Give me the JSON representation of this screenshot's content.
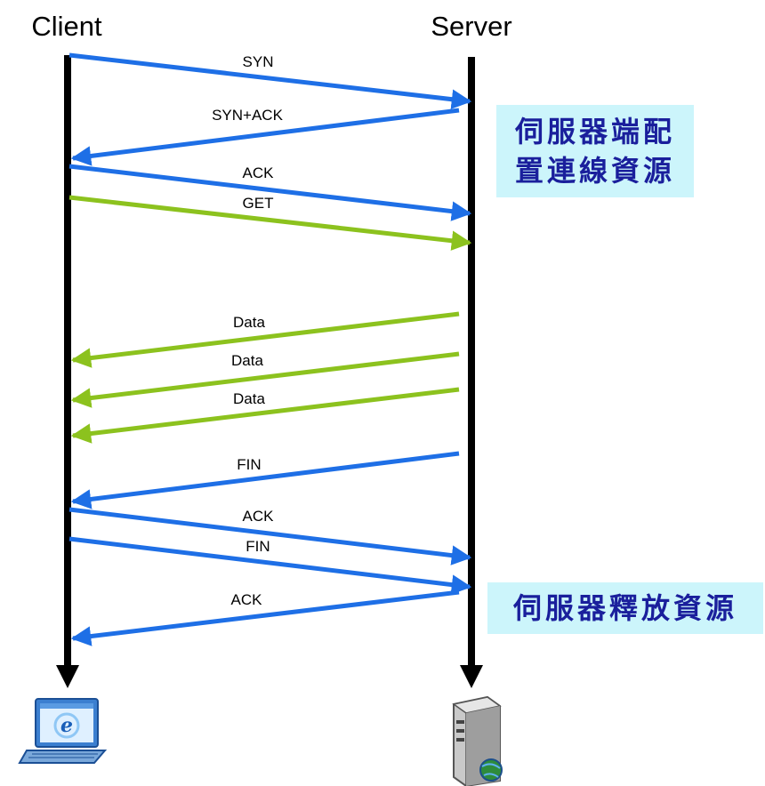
{
  "lanes": {
    "client": "Client",
    "server": "Server"
  },
  "messages": [
    {
      "label": "SYN",
      "from": "client",
      "color": "#1e6fe6"
    },
    {
      "label": "SYN+ACK",
      "from": "server",
      "color": "#1e6fe6"
    },
    {
      "label": "ACK",
      "from": "client",
      "color": "#1e6fe6"
    },
    {
      "label": "GET",
      "from": "client",
      "color": "#8cc21e"
    },
    {
      "label": "Data",
      "from": "server",
      "color": "#8cc21e"
    },
    {
      "label": "Data",
      "from": "server",
      "color": "#8cc21e"
    },
    {
      "label": "Data",
      "from": "server",
      "color": "#8cc21e"
    },
    {
      "label": "FIN",
      "from": "server",
      "color": "#1e6fe6"
    },
    {
      "label": "ACK",
      "from": "client",
      "color": "#1e6fe6"
    },
    {
      "label": "FIN",
      "from": "client",
      "color": "#1e6fe6"
    },
    {
      "label": "ACK",
      "from": "server",
      "color": "#1e6fe6"
    }
  ],
  "notes": {
    "setup_line1": "伺服器端配",
    "setup_line2": "置連線資源",
    "release": "伺服器釋放資源"
  },
  "icons": {
    "client": "laptop-browser-icon",
    "server": "server-tower-icon"
  },
  "colors": {
    "control": "#1e6fe6",
    "data": "#8cc21e",
    "note_bg": "#ccf5fb",
    "note_text": "#1a1f9c"
  }
}
